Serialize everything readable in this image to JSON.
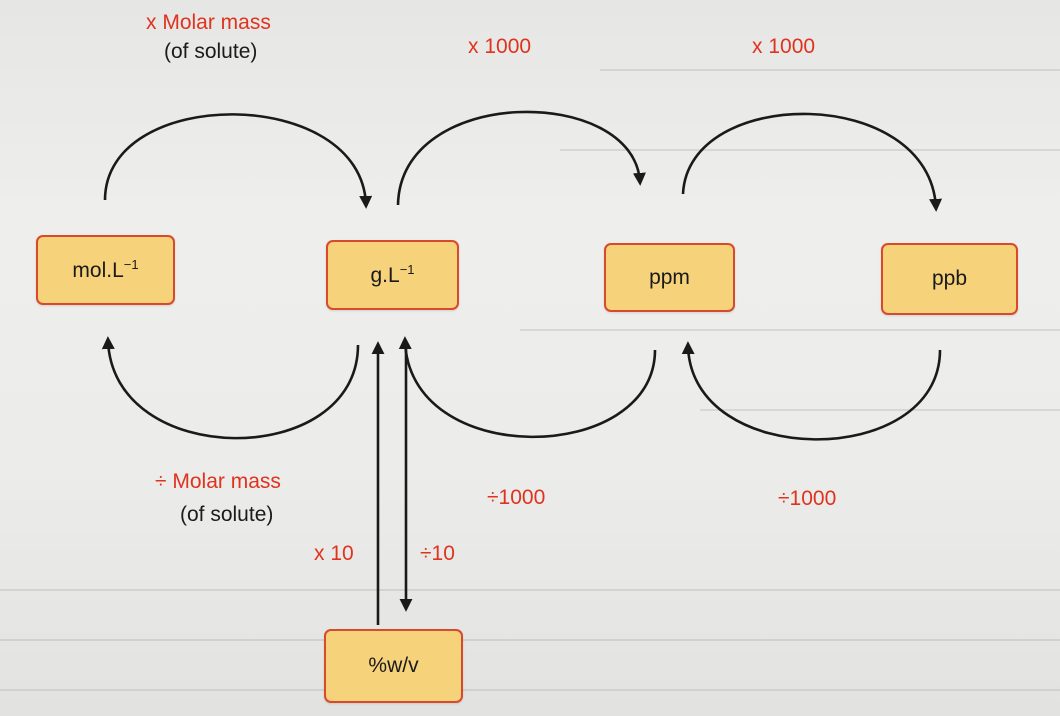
{
  "units": {
    "mol": {
      "base": "mol.L",
      "exp": "−1"
    },
    "gl": {
      "base": "g.L",
      "exp": "−1"
    },
    "ppm": "ppm",
    "ppb": "ppb",
    "wv": "%w/v"
  },
  "forward": {
    "mol_to_gl": {
      "line1": "x Molar mass",
      "line2": "(of solute)"
    },
    "gl_to_ppm": "x 1000",
    "ppm_to_ppb": "x 1000",
    "gl_to_wv": "÷10"
  },
  "backward": {
    "gl_to_mol": {
      "line1": "÷ Molar mass",
      "line2": "(of solute)"
    },
    "ppm_to_gl": "÷1000",
    "ppb_to_ppm": "÷1000",
    "wv_to_gl": "x 10"
  },
  "colors": {
    "box_fill": "#f6d27a",
    "box_border": "#d9492c",
    "operation_label": "#e0331f",
    "arrow": "#1a1a1a"
  }
}
